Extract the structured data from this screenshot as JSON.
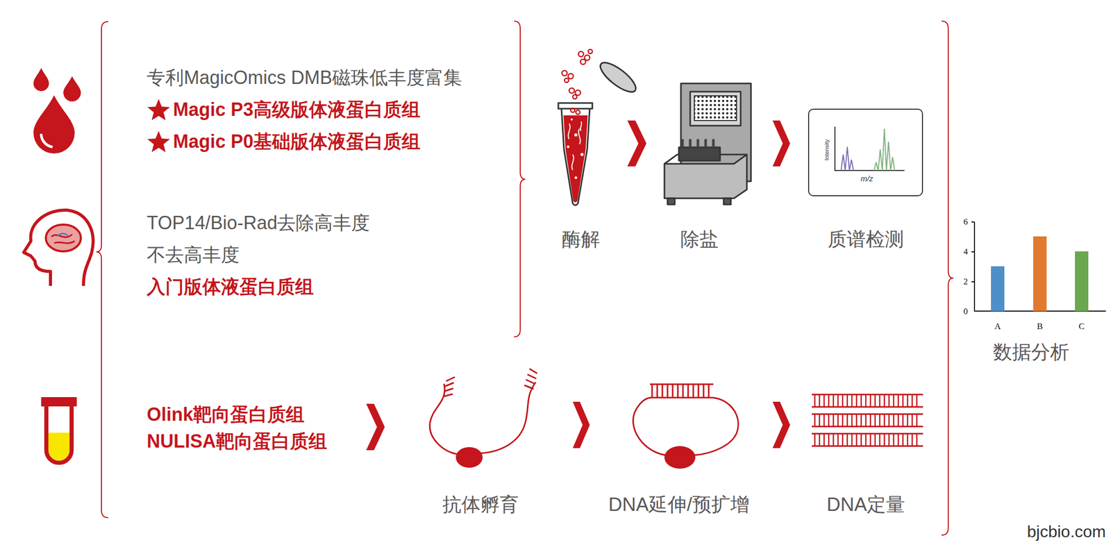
{
  "diagram": {
    "nodes": [
      {
        "text": [
          "Intensity",
          "m/z"
        ]
      }
    ],
    "labels": [
      "专利MagicOmics DMB磁珠低丰度富集",
      "Magic P3高级版体液蛋白质组",
      "Magic P0基础版体液蛋白质组",
      "TOP14/Bio-Rad去除高丰度",
      "不去高丰度",
      "入门版体液蛋白质组",
      "酶解",
      "除盐",
      "质谱检测",
      "Olink靶向蛋白质组",
      "NULISA靶向蛋白质组",
      "抗体孵育",
      "DNA延伸/预扩增",
      "DNA定量",
      "6",
      "4",
      "2",
      "0",
      "A",
      "B",
      "C",
      "数据分析",
      "bjcbio.com"
    ]
  }
}
